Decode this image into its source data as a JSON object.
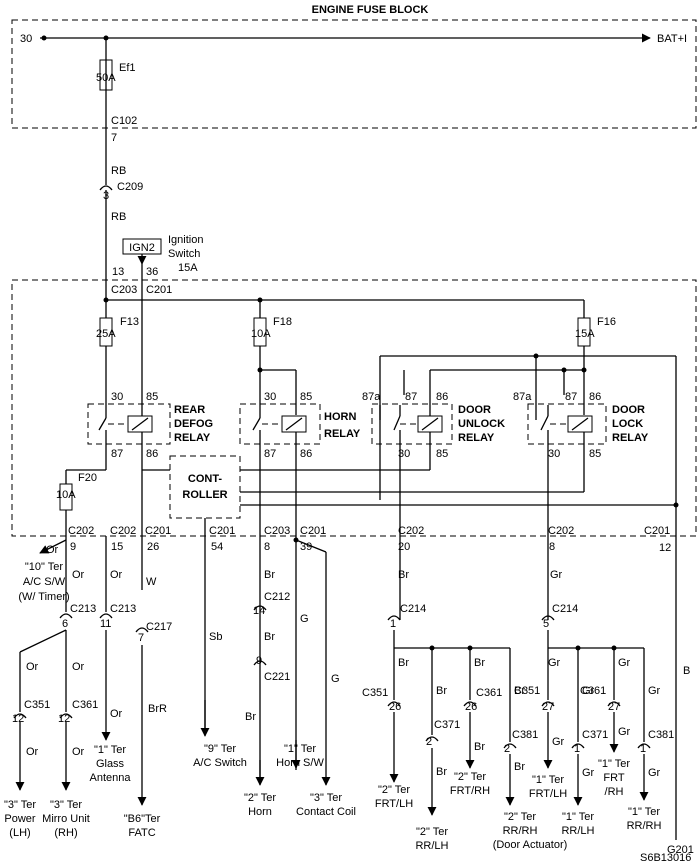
{
  "title": "ENGINE FUSE BLOCK",
  "power": {
    "left": "30",
    "right": "BAT+I"
  },
  "fuses": {
    "ef1": {
      "name": "Ef1",
      "rating": "50A"
    },
    "f13": {
      "name": "F13",
      "rating": "25A"
    },
    "f18": {
      "name": "F18",
      "rating": "10A"
    },
    "f16": {
      "name": "F16",
      "rating": "15A"
    },
    "f20": {
      "name": "F20",
      "rating": "10A"
    }
  },
  "ign": {
    "label": "IGN2",
    "switch_line1": "Ignition",
    "switch_line2": "Switch",
    "switch_line3": "15A"
  },
  "connectors": {
    "c102": "C102",
    "c102_pin": "7",
    "c209": "C209",
    "c209_pin": "3",
    "c203a": "C203",
    "c203a_pin": "13",
    "c201a": "C201",
    "c201a_pin": "36",
    "c202_9": "C202",
    "pin_9": "9",
    "c202_15": "C202",
    "pin_15": "15",
    "c201_26": "C201",
    "pin_26": "26",
    "c201_54": "C201",
    "pin_54": "54",
    "c203_8": "C203",
    "pin_8": "8",
    "c201_39": "C201",
    "pin_39": "39",
    "c202_20": "C202",
    "pin_20": "20",
    "c202_8": "C202",
    "pin_8b": "8",
    "c201_12": "C201",
    "pin_12": "12",
    "c213a": "C213",
    "c213a_pin": "6",
    "c213b": "C213",
    "c213b_pin": "11",
    "c217": "C217",
    "c217_pin": "7",
    "c212": "C212",
    "c212_pin": "14",
    "c221": "C221",
    "c221_pin": "9",
    "c214a": "C214",
    "c214a_pin": "1",
    "c214b": "C214",
    "c214b_pin": "5",
    "c351a": "C351",
    "c351a_pin": "12",
    "c361a": "C361",
    "c361a_pin": "12",
    "c351b": "C351",
    "c351b_pin": "26",
    "c361b": "C361",
    "c361b_pin": "26",
    "c371a": "C371",
    "c371a_pin": "2",
    "c381a": "C381",
    "c381a_pin": "2",
    "c351c": "C351",
    "c351c_pin": "27",
    "c361c": "C361",
    "c361c_pin": "27",
    "c371b": "C371",
    "c371b_pin": "1",
    "c381b": "C381",
    "c381b_pin": "1"
  },
  "wires": {
    "rb": "RB",
    "or": "Or",
    "w": "W",
    "sb": "Sb",
    "br": "Br",
    "g": "G",
    "gr": "Gr",
    "b": "B",
    "brr": "BrR"
  },
  "relays": {
    "rear": {
      "line1": "REAR",
      "line2": "DEFOG",
      "line3": "RELAY",
      "p30": "30",
      "p85": "85",
      "p87": "87",
      "p86": "86"
    },
    "horn": {
      "line1": "HORN",
      "line2": "RELAY",
      "p30": "30",
      "p85": "85",
      "p87": "87",
      "p86": "86"
    },
    "unlock": {
      "line1": "DOOR",
      "line2": "UNLOCK",
      "line3": "RELAY",
      "p87a": "87a",
      "p87": "87",
      "p86": "86",
      "p30": "30",
      "p85": "85"
    },
    "lock": {
      "line1": "DOOR",
      "line2": "LOCK",
      "line3": "RELAY",
      "p87a": "87a",
      "p87": "87",
      "p86": "86",
      "p30": "30",
      "p85": "85"
    }
  },
  "controller": {
    "line1": "CONT-",
    "line2": "ROLLER"
  },
  "destinations": {
    "acsw": {
      "l1": "\"10\" Ter",
      "l2": "A/C S/W",
      "l3": "(W/ Timer)"
    },
    "power_lh": {
      "l1": "\"3\" Ter",
      "l2": "Power",
      "l3": "(LH)"
    },
    "mirror_rh": {
      "l1": "\"3\" Ter",
      "l2": "Mirro Unit",
      "l3": "(RH)"
    },
    "glass": {
      "l1": "\"1\" Ter",
      "l2": "Glass",
      "l3": "Antenna"
    },
    "fatc": {
      "l1": "\"B6\"Ter",
      "l2": "FATC"
    },
    "ac9": {
      "l1": "\"9\" Ter",
      "l2": "A/C Switch"
    },
    "horn_sw": {
      "l1": "\"1\" Ter",
      "l2": "Horn S/W"
    },
    "horn": {
      "l1": "\"2\" Ter",
      "l2": "Horn"
    },
    "coil": {
      "l1": "\"3\" Ter",
      "l2": "Contact Coil"
    },
    "frt_lh2": {
      "l1": "\"2\" Ter",
      "l2": "FRT/LH"
    },
    "rr_lh2": {
      "l1": "\"2\" Ter",
      "l2": "RR/LH"
    },
    "frt_rh2": {
      "l1": "\"2\" Ter",
      "l2": "FRT/RH"
    },
    "rr_rh2": {
      "l1": "\"2\" Ter",
      "l2": "RR/RH",
      "l3": "(Door Actuator)"
    },
    "frt_lh1": {
      "l1": "\"1\" Ter",
      "l2": "FRT/LH"
    },
    "rr_lh1": {
      "l1": "\"1\" Ter",
      "l2": "RR/LH"
    },
    "frt_rh1": {
      "l1": "\"1\" Ter",
      "l2": "FRT",
      "l3": "/RH"
    },
    "rr_rh1": {
      "l1": "\"1\" Ter",
      "l2": "RR/RH"
    },
    "g201": "G201"
  },
  "figure_id": "S6B13016"
}
